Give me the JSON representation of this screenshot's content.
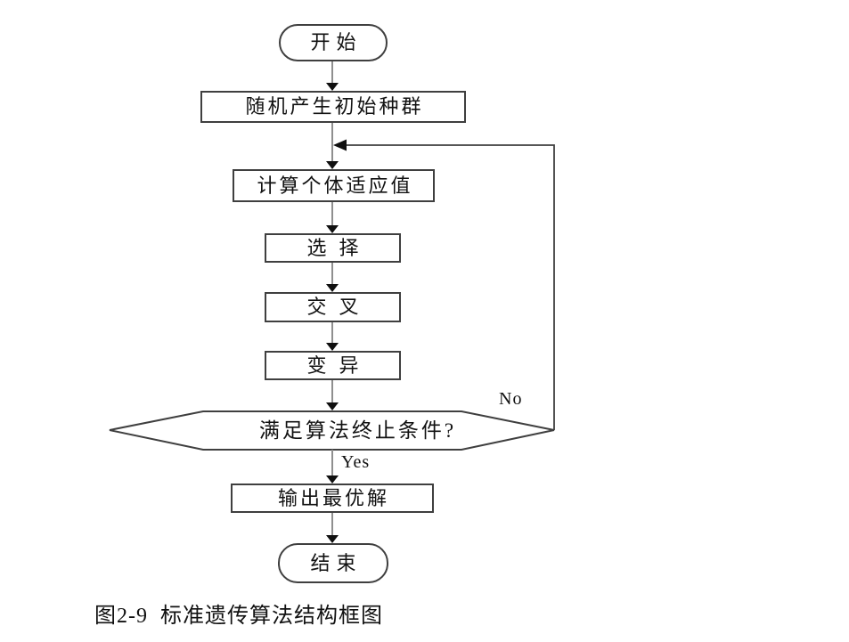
{
  "page": {
    "background": "#ffffff"
  },
  "figure": {
    "caption": "图2-9  标准遗传算法结构框图"
  },
  "flowchart": {
    "nodes": [
      {
        "id": "start",
        "shape": "terminator",
        "label": "开始"
      },
      {
        "id": "generate-initial-population",
        "shape": "process",
        "label": "随机产生初始种群"
      },
      {
        "id": "compute-fitness",
        "shape": "process",
        "label": "计算个体适应值"
      },
      {
        "id": "selection",
        "shape": "process",
        "label": "选择"
      },
      {
        "id": "crossover",
        "shape": "process",
        "label": "交叉"
      },
      {
        "id": "mutation",
        "shape": "process",
        "label": "变异"
      },
      {
        "id": "termination-check",
        "shape": "decision",
        "label": "满足算法终止条件?"
      },
      {
        "id": "output-best-solution",
        "shape": "process",
        "label": "输出最优解"
      },
      {
        "id": "end",
        "shape": "terminator",
        "label": "结束"
      }
    ],
    "branch_labels": {
      "no": "No",
      "yes": "Yes"
    },
    "colors": {
      "shape_border": "#3f3f3f",
      "connector": "#8f8f8f",
      "loop_line": "#3f3f3f",
      "arrowhead": "#101010",
      "text": "#111111",
      "background": "#ffffff"
    }
  }
}
